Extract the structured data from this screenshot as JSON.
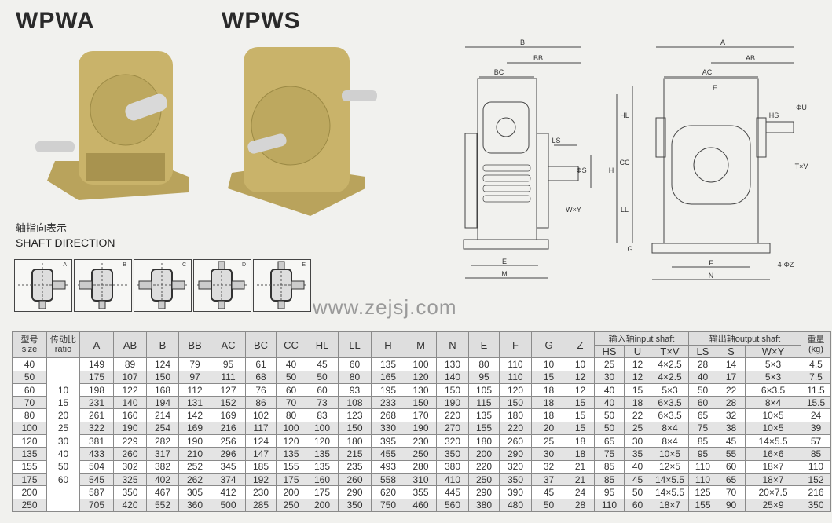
{
  "models": [
    "WPWA",
    "WPWS"
  ],
  "shaft_direction": {
    "title_cn": "轴指向表示",
    "title_en": "SHAFT DIRECTION",
    "types": [
      "A",
      "B",
      "C",
      "D",
      "E"
    ]
  },
  "drawing_labels": {
    "side": [
      "B",
      "BB",
      "BC",
      "LS",
      "ΦS",
      "W×Y",
      "E",
      "M"
    ],
    "front": [
      "A",
      "AB",
      "AC",
      "E",
      "HL",
      "CC",
      "LL",
      "H",
      "G",
      "HS",
      "ΦU",
      "T×V",
      "F",
      "N",
      "4-ΦZ"
    ]
  },
  "watermark": "www.zejsj.com",
  "table": {
    "header": {
      "size_cn": "型号",
      "size_en": "size",
      "ratio_cn": "传动比",
      "ratio_en": "ratio",
      "cols": [
        "A",
        "AB",
        "B",
        "BB",
        "AC",
        "BC",
        "CC",
        "HL",
        "LL",
        "H",
        "M",
        "N",
        "E",
        "F",
        "G",
        "Z"
      ],
      "input_shaft": "输入轴input shaft",
      "input_cols": [
        "HS",
        "U",
        "T×V"
      ],
      "output_shaft": "输出轴output shaft",
      "output_cols": [
        "LS",
        "S",
        "W×Y"
      ],
      "weight_cn": "重量",
      "weight_en": "(kg)"
    },
    "rows": [
      {
        "size": "40",
        "ratio": "",
        "vals": [
          "149",
          "89",
          "124",
          "79",
          "95",
          "61",
          "40",
          "45",
          "60",
          "135",
          "100",
          "130",
          "80",
          "110",
          "10",
          "10",
          "25",
          "12",
          "4×2.5",
          "28",
          "14",
          "5×3",
          "4.5"
        ]
      },
      {
        "size": "50",
        "ratio": "",
        "vals": [
          "175",
          "107",
          "150",
          "97",
          "111",
          "68",
          "50",
          "50",
          "80",
          "165",
          "120",
          "140",
          "95",
          "110",
          "15",
          "12",
          "30",
          "12",
          "4×2.5",
          "40",
          "17",
          "5×3",
          "7.5"
        ]
      },
      {
        "size": "60",
        "ratio": "10",
        "vals": [
          "198",
          "122",
          "168",
          "112",
          "127",
          "76",
          "60",
          "60",
          "93",
          "195",
          "130",
          "150",
          "105",
          "120",
          "18",
          "12",
          "40",
          "15",
          "5×3",
          "50",
          "22",
          "6×3.5",
          "11.5"
        ]
      },
      {
        "size": "70",
        "ratio": "15",
        "vals": [
          "231",
          "140",
          "194",
          "131",
          "152",
          "86",
          "70",
          "73",
          "108",
          "233",
          "150",
          "190",
          "115",
          "150",
          "18",
          "15",
          "40",
          "18",
          "6×3.5",
          "60",
          "28",
          "8×4",
          "15.5"
        ]
      },
      {
        "size": "80",
        "ratio": "20",
        "vals": [
          "261",
          "160",
          "214",
          "142",
          "169",
          "102",
          "80",
          "83",
          "123",
          "268",
          "170",
          "220",
          "135",
          "180",
          "18",
          "15",
          "50",
          "22",
          "6×3.5",
          "65",
          "32",
          "10×5",
          "24"
        ]
      },
      {
        "size": "100",
        "ratio": "25",
        "vals": [
          "322",
          "190",
          "254",
          "169",
          "216",
          "117",
          "100",
          "100",
          "150",
          "330",
          "190",
          "270",
          "155",
          "220",
          "20",
          "15",
          "50",
          "25",
          "8×4",
          "75",
          "38",
          "10×5",
          "39"
        ]
      },
      {
        "size": "120",
        "ratio": "30",
        "vals": [
          "381",
          "229",
          "282",
          "190",
          "256",
          "124",
          "120",
          "120",
          "180",
          "395",
          "230",
          "320",
          "180",
          "260",
          "25",
          "18",
          "65",
          "30",
          "8×4",
          "85",
          "45",
          "14×5.5",
          "57"
        ]
      },
      {
        "size": "135",
        "ratio": "40",
        "vals": [
          "433",
          "260",
          "317",
          "210",
          "296",
          "147",
          "135",
          "135",
          "215",
          "455",
          "250",
          "350",
          "200",
          "290",
          "30",
          "18",
          "75",
          "35",
          "10×5",
          "95",
          "55",
          "16×6",
          "85"
        ]
      },
      {
        "size": "155",
        "ratio": "50",
        "vals": [
          "504",
          "302",
          "382",
          "252",
          "345",
          "185",
          "155",
          "135",
          "235",
          "493",
          "280",
          "380",
          "220",
          "320",
          "32",
          "21",
          "85",
          "40",
          "12×5",
          "110",
          "60",
          "18×7",
          "110"
        ]
      },
      {
        "size": "175",
        "ratio": "60",
        "vals": [
          "545",
          "325",
          "402",
          "262",
          "374",
          "192",
          "175",
          "160",
          "260",
          "558",
          "310",
          "410",
          "250",
          "350",
          "37",
          "21",
          "85",
          "45",
          "14×5.5",
          "110",
          "65",
          "18×7",
          "152"
        ]
      },
      {
        "size": "200",
        "ratio": "",
        "vals": [
          "587",
          "350",
          "467",
          "305",
          "412",
          "230",
          "200",
          "175",
          "290",
          "620",
          "355",
          "445",
          "290",
          "390",
          "45",
          "24",
          "95",
          "50",
          "14×5.5",
          "125",
          "70",
          "20×7.5",
          "216"
        ]
      },
      {
        "size": "250",
        "ratio": "",
        "vals": [
          "705",
          "420",
          "552",
          "360",
          "500",
          "285",
          "250",
          "200",
          "350",
          "750",
          "460",
          "560",
          "380",
          "480",
          "50",
          "28",
          "110",
          "60",
          "18×7",
          "155",
          "90",
          "25×9",
          "350"
        ]
      }
    ]
  },
  "colors": {
    "product": "#c9b36a",
    "product_shadow": "#9c8a45",
    "table_alt": "#e4e4e4",
    "line": "#444444"
  }
}
